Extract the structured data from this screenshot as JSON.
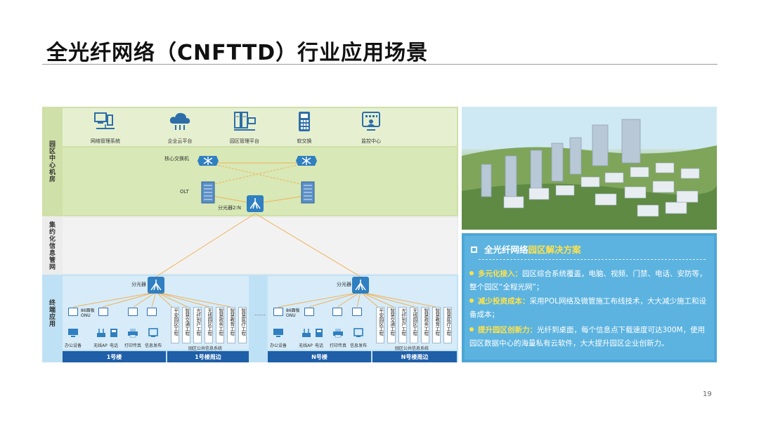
{
  "title": "全光纤网络（CNFTTD）行业应用场景",
  "page_number": "19",
  "diagram": {
    "band_labels": {
      "center": "园区中心机房",
      "aggregation": "集约化信息管网",
      "terminal": "终端应用"
    },
    "services": [
      {
        "label": "网络管理系统",
        "icon": "computer-network-icon"
      },
      {
        "label": "企业云平台",
        "icon": "cloud-icon"
      },
      {
        "label": "园区管理平台",
        "icon": "server-icon"
      },
      {
        "label": "软交换",
        "icon": "phone-icon"
      },
      {
        "label": "监控中心",
        "icon": "monitor-icon"
      }
    ],
    "core_switch_label": "核心交换机",
    "olt_label": "OLT",
    "splitter_main_label": "分光器2:N",
    "splitter_label": "分光器",
    "onu_labels": [
      "86面板",
      "ONU"
    ],
    "terminals": [
      "办公设备",
      "无线AP",
      "电话",
      "打印传真",
      "信息发布"
    ],
    "engineering": [
      "平安园区工程",
      "智慧交通工程",
      "光纤到户工程",
      "无线园区工程",
      "智慧政务工程",
      "智慧教育工程",
      "智慧医疗工程"
    ],
    "public_system_label": "园区公共信息系统",
    "ellipsis": "……",
    "footer": [
      "1号楼",
      "1号楼周边",
      "N号楼",
      "N号楼周边"
    ]
  },
  "panel": {
    "heading_prefix": "全光纤网络",
    "heading_highlight": "园区解决方案",
    "bullets": [
      {
        "key": "多元化接入：",
        "text": "园区综合系统覆盖，电脑、视频、门禁、电话、安防等，整个园区“全程光网”；"
      },
      {
        "key": "减少投资成本：",
        "text": "采用POL网络及微管施工布线技术，大大减少施工和设备成本；"
      },
      {
        "key": "提升园区创新力：",
        "text": "光纤到桌面，每个信息点下载速度可达300M，使用园区数据中心的海量私有云软件，大大提升园区企业创新力。"
      }
    ]
  },
  "colors": {
    "green_band": "#cfe0a8",
    "blue_band": "#bfe1f5",
    "footer_bar": "#1f5fa8",
    "panel": "#5cb3e0",
    "highlight": "#ffe24a",
    "fiber_line": "#f0b25a"
  }
}
